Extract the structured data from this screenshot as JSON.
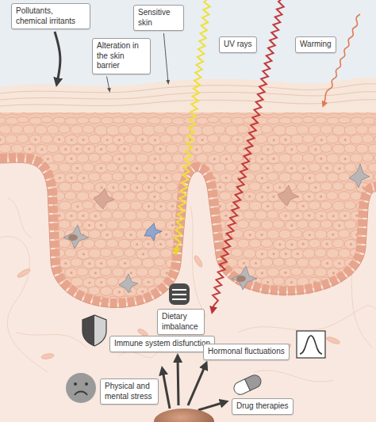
{
  "diagram": {
    "nodes": [
      {
        "text": [
          "Pollutants, chemical irritants"
        ]
      },
      {
        "text": [
          "Sensitive skin"
        ]
      },
      {
        "text": [
          "Alteration in the skin barrier"
        ]
      },
      {
        "text": [
          "UV rays"
        ]
      },
      {
        "text": [
          "Warming"
        ]
      },
      {
        "text": [
          "Dietary imbalance"
        ]
      },
      {
        "text": [
          "Immune system disfunction"
        ]
      },
      {
        "text": [
          "Hormonal fluctuations"
        ]
      },
      {
        "text": [
          "Physical and mental stress"
        ]
      },
      {
        "text": [
          "Drug therapies"
        ]
      }
    ],
    "edges": []
  }
}
